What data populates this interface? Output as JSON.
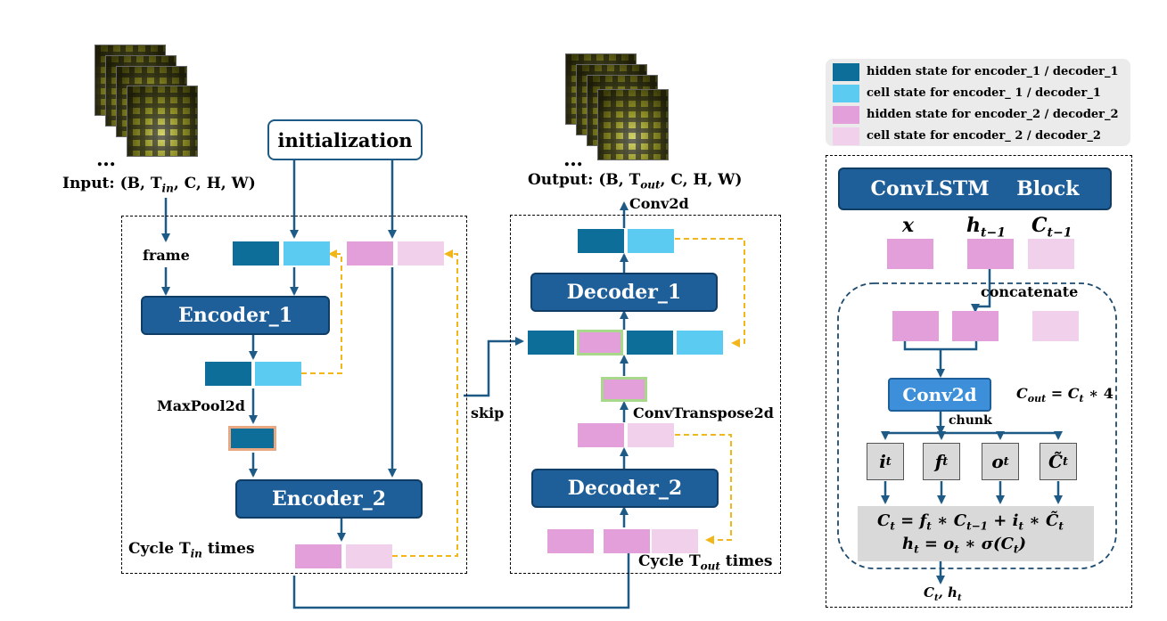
{
  "input_label": "Input: (B, T",
  "input_sub": "in",
  "input_tail": ", C, H, W)",
  "output_label": "Output: (B, T",
  "output_sub": "out",
  "output_tail": ", C, H, W)",
  "ellipsis": "…",
  "initialization": "initialization",
  "frame": "frame",
  "encoder1": "Encoder_1",
  "encoder2": "Encoder_2",
  "decoder1": "Decoder_1",
  "decoder2": "Decoder_2",
  "maxpool": "MaxPool2d",
  "skip": "skip",
  "conv2d_top": "Conv2d",
  "convtranspose": "ConvTranspose2d",
  "cycle_in": "Cycle  T",
  "cycle_in_sub": "in",
  "cycle_in_tail": " times",
  "cycle_out": "Cycle  T",
  "cycle_out_sub": "out",
  "cycle_out_tail": " times",
  "legend": [
    {
      "label": "hidden state for encoder_1 / decoder_1",
      "color": "#0e6e9a"
    },
    {
      "label": "cell state for encoder_ 1 / decoder_1",
      "color": "#5ccbf2"
    },
    {
      "label": "hidden state for encoder_2 / decoder_2",
      "color": "#e29fda"
    },
    {
      "label": "cell state for encoder_ 2 / decoder_2",
      "color": "#f1d0ec"
    }
  ],
  "convlstm_title": "ConvLSTM    Block",
  "inputs": {
    "x": "x",
    "h": "h",
    "h_sub": "t−1",
    "c": "C",
    "c_sub": "t−1"
  },
  "concatenate": "concatenate",
  "conv2d_block": "Conv2d",
  "cout_eq": "C",
  "cout_sub": "out",
  "cout_rhs": " = C",
  "cout_rhs_sub": "t",
  "cout_tail": " ∗ 4",
  "chunk": "chunk",
  "gates": [
    {
      "base": "i",
      "sub": "t"
    },
    {
      "base": "f",
      "sub": "t"
    },
    {
      "base": "o",
      "sub": "t"
    },
    {
      "base": "C̃",
      "sub": "t"
    }
  ],
  "eq1": "C_t = f_t ∗ C_{t−1} + i_t ∗ C̃_t",
  "eq2": "h_t = o_t ∗ σ(C_t)",
  "eq1_parts": {
    "a": "C",
    "as": "t",
    "b": " = f",
    "bs": "t",
    "c": " ∗ C",
    "cs": "t−1",
    "d": " + i",
    "ds": "t",
    "e": " ∗ C̃",
    "es": "t"
  },
  "eq2_parts": {
    "a": "h",
    "as": "t",
    "b": " = o",
    "bs": "t",
    "c": " ∗ σ(C",
    "cs": "t",
    "d": ")"
  },
  "out_label_a": "C",
  "out_label_as": "t",
  "out_label_b": ", h",
  "out_label_bs": "t",
  "colors": {
    "block": "#1f5f99",
    "arrow": "#1d5a85",
    "dashed_arrow": "#f2b619",
    "green_border": "#a8d88a",
    "salmon_border": "#e8a882"
  }
}
